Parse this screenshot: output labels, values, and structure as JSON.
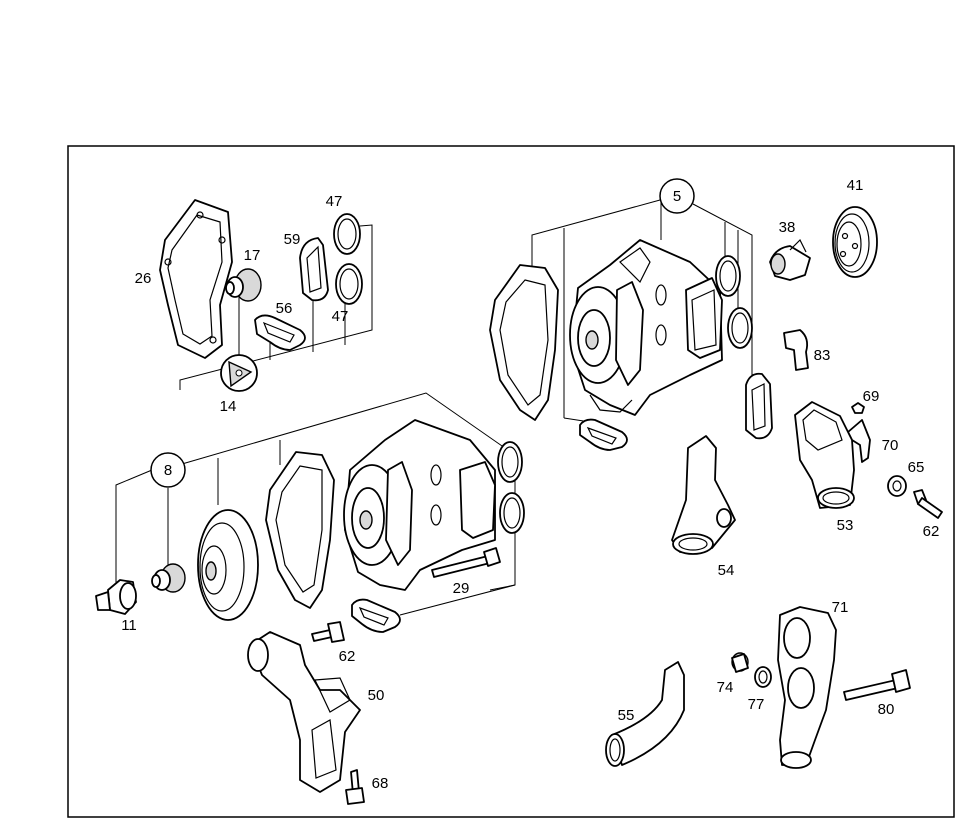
{
  "labels": {
    "l5": "5",
    "l8": "8",
    "l11": "11",
    "l14": "14",
    "l17": "17",
    "l26": "26",
    "l29": "29",
    "l38": "38",
    "l41": "41",
    "l47a": "47",
    "l47b": "47",
    "l50": "50",
    "l53": "53",
    "l54": "54",
    "l55": "55",
    "l56": "56",
    "l59": "59",
    "l62a": "62",
    "l62b": "62",
    "l65": "65",
    "l68": "68",
    "l69": "69",
    "l70": "70",
    "l71": "71",
    "l74": "74",
    "l77": "77",
    "l80": "80",
    "l83": "83"
  }
}
